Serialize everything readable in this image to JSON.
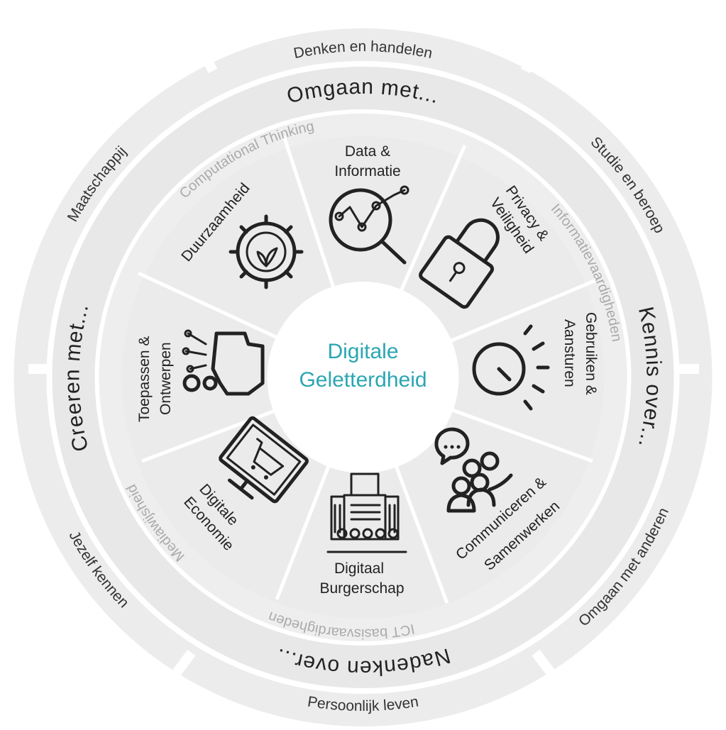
{
  "center": {
    "line1": "Digitale",
    "line2": "Geletterdheid",
    "color": "#2aa6b2"
  },
  "outer_ring": {
    "top": "Denken en handelen",
    "right_top": "Studie en beroep",
    "right_bottom": "Omgaan met anderen",
    "bottom": "Persoonlijk leven",
    "left_bottom": "Jezelf kennen",
    "left_top": "Maatschappij"
  },
  "middle_ring": {
    "top": "Omgaan met...",
    "right": "Kennis over...",
    "bottom": "Nadenken over...",
    "left": "Creeren met..."
  },
  "inner_ring": {
    "computational_thinking": "Computational Thinking",
    "informatievaardigheden": "Informatievaardigheden",
    "ict_basisvaardigheden": "ICT basisvaardigheden",
    "mediawijsheid": "Mediawijsheid"
  },
  "segments": {
    "data": {
      "line1": "Data &",
      "line2": "Informatie",
      "icon": "data-search-icon"
    },
    "privacy": {
      "line1": "Privacy &",
      "line2": "Veiligheid",
      "icon": "padlock-icon"
    },
    "gebruiken": {
      "line1": "Gebruiken &",
      "line2": "Aansturen",
      "icon": "control-dial-icon"
    },
    "communiceren": {
      "line1": "Communiceren &",
      "line2": "Samenwerken",
      "icon": "people-chat-icon"
    },
    "burgerschap": {
      "line1": "Digitaal",
      "line2": "Burgerschap",
      "icon": "building-people-icon"
    },
    "economie": {
      "line1": "Digitale",
      "line2": "Economie",
      "icon": "shopping-cart-screen-icon"
    },
    "toepassen": {
      "line1": "Toepassen &",
      "line2": "Ontwerpen",
      "icon": "robot-hand-icon"
    },
    "duurzaamheid": {
      "line1": "Duurzaamheid",
      "icon": "gear-leaf-icon"
    }
  },
  "colors": {
    "ring_fill": "#e6e6e6",
    "segment_fill": "#ebebeb",
    "divider": "#ffffff",
    "inner_text": "#aaaaaa"
  }
}
